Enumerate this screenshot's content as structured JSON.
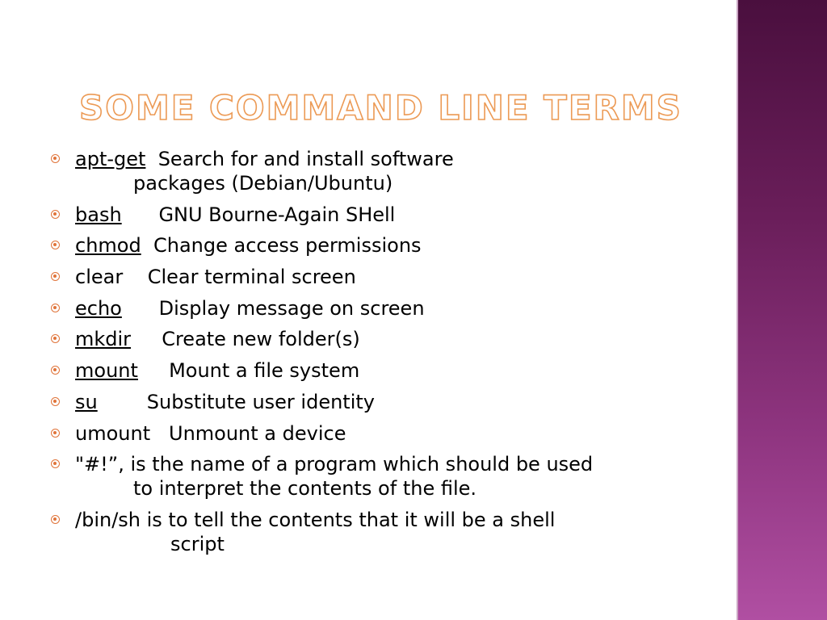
{
  "slide": {
    "title": "Some Command Line Terms",
    "items": [
      {
        "term": "apt-get",
        "linked": true,
        "gap": "  ",
        "desc": "Search for and install software",
        "cont": "packages (Debian/Ubuntu)"
      },
      {
        "term": "bash",
        "linked": true,
        "gap": "      ",
        "desc": "GNU Bourne-Again SHell"
      },
      {
        "term": "chmod",
        "linked": true,
        "gap": "  ",
        "desc": "Change access permissions"
      },
      {
        "term": "clear",
        "linked": false,
        "gap": "    ",
        "desc": "Clear terminal screen"
      },
      {
        "term": "echo",
        "linked": true,
        "gap": "      ",
        "desc": "Display message on screen"
      },
      {
        "term": "mkdir",
        "linked": true,
        "gap": "     ",
        "desc": "Create new folder(s)"
      },
      {
        "term": "mount",
        "linked": true,
        "gap": "     ",
        "desc": "Mount a file system"
      },
      {
        "term": "su",
        "linked": true,
        "gap": "        ",
        "desc": "Substitute user identity"
      },
      {
        "term": "umount",
        "linked": false,
        "gap": "   ",
        "desc": "Unmount a device"
      },
      {
        "term": "",
        "linked": false,
        "gap": "",
        "desc": "\"#!”, is the name of a program which should be used",
        "cont": "to interpret the contents of the file."
      },
      {
        "term": "",
        "linked": false,
        "gap": "",
        "desc": "/bin/sh is to tell the contents that it will be a shell",
        "cont": "script",
        "deep": true
      }
    ]
  },
  "colors": {
    "accent": "#ec9a55",
    "bullet": "#e0743a",
    "sidebar": "#6a1e5a"
  }
}
